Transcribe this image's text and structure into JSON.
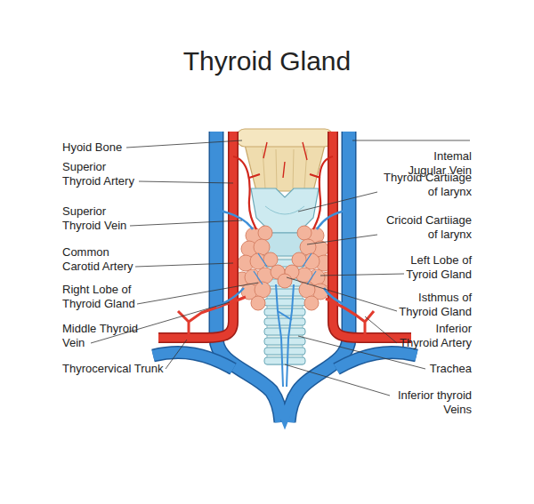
{
  "diagram": {
    "title": "Thyroid Gland",
    "labels": [
      "Hyoid Bone",
      "Intemal Jugular Vein",
      "Superior Thyroid Artery",
      "Thyroid Cartiiage of larynx",
      "Superior Thyroid Vein",
      "Cricoid Cartiiage of larynx",
      "Common Carotid Artery",
      "Left Lobe of Tyroid Gland",
      "Right Lobe of Thyroid Gland",
      "Isthmus of Thyroid Gland",
      "Middle Thyroid Vein",
      "Inferior Thyroid Artery",
      "Thyrocervical Trunk",
      "Trachea",
      "Inferior thyroid Veins"
    ]
  }
}
